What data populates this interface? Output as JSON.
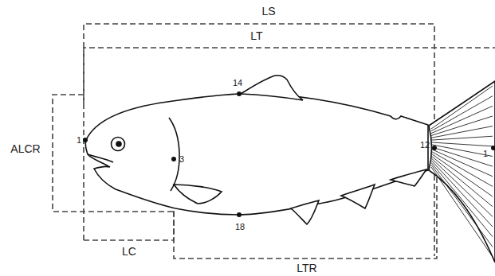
{
  "diagram": {
    "labels": [
      "LS",
      "LT",
      "ALCR",
      "LC",
      "LTR",
      "1",
      "14",
      "3",
      "18",
      "12",
      "1"
    ]
  }
}
